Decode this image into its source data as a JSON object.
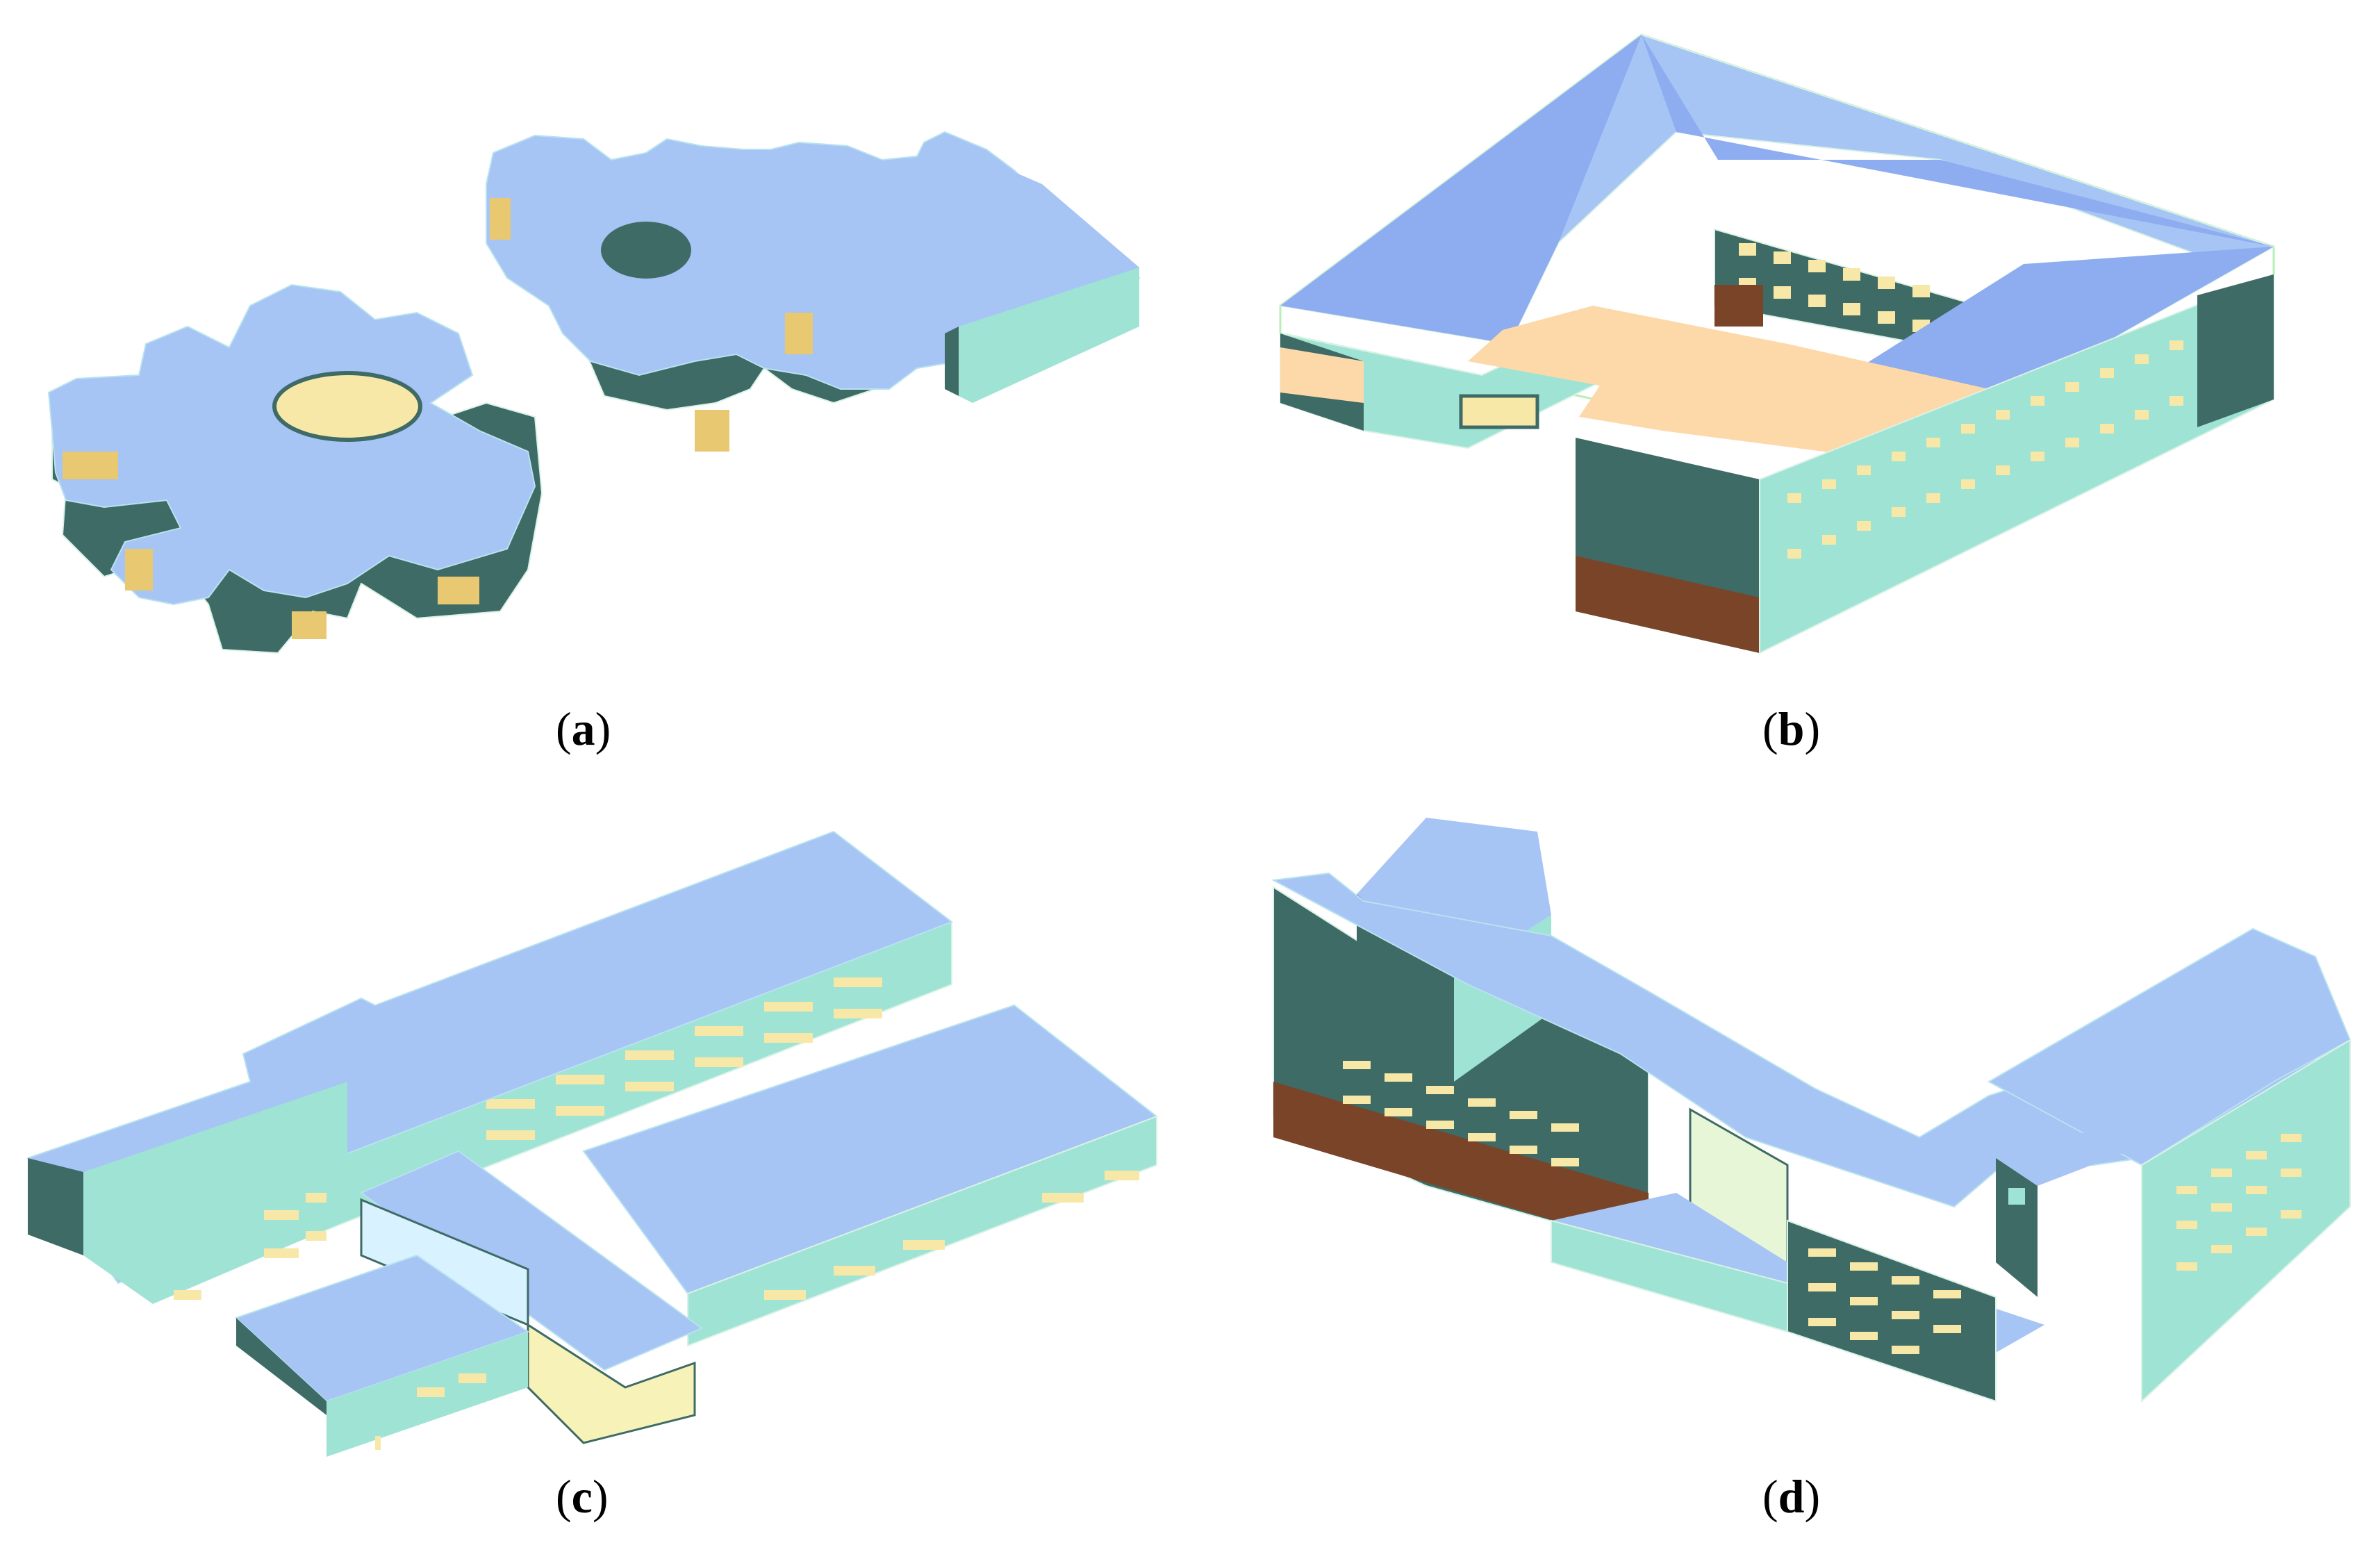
{
  "figure": {
    "panels": [
      {
        "id": "a",
        "label": "a"
      },
      {
        "id": "b",
        "label": "b"
      },
      {
        "id": "c",
        "label": "c"
      },
      {
        "id": "d",
        "label": "d"
      }
    ]
  },
  "palette": {
    "roof": "#a6c4f4",
    "roof_dark": "#8eacf0",
    "wall_light": "#9fe3d5",
    "wall_dark": "#3f6b66",
    "window": "#f7e8a8",
    "glass_gold": "#e8c870",
    "floor_peach": "#fdd9a9",
    "brown": "#7a4428",
    "outline": "#d9f2e6"
  }
}
